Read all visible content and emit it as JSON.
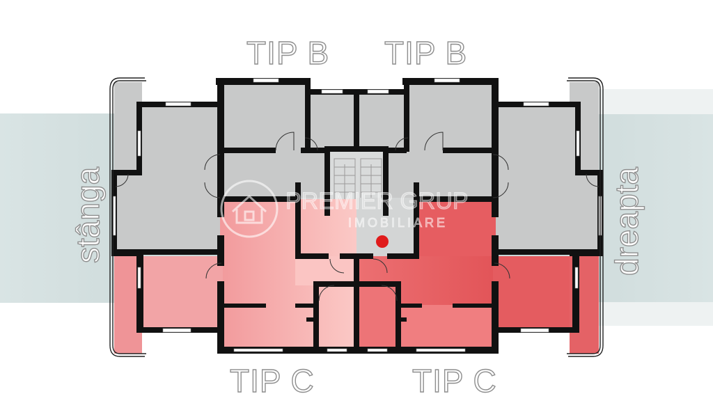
{
  "labels": {
    "top_left": "TIP B",
    "top_right": "TIP B",
    "bottom_left": "TIP C",
    "bottom_right": "TIP C",
    "left_side": "stânga",
    "right_side": "dreapta"
  },
  "watermark": {
    "name": "PREMIER GRUP",
    "tagline": "IMOBILIARE",
    "icon": "house-logo-icon"
  },
  "colors": {
    "wall": "#111111",
    "room_gray": "#c8c9c9",
    "stair_gray": "#d3d5d5",
    "band": "#b9cbcb",
    "unit_left_light": "#f4b2b2",
    "unit_right_red": "#e85e62",
    "marker": "#e01b1b",
    "window": "#ffffff"
  },
  "units": [
    {
      "type": "TIP B",
      "side": "left",
      "status": "gray"
    },
    {
      "type": "TIP B",
      "side": "right",
      "status": "gray"
    },
    {
      "type": "TIP C",
      "side": "left",
      "status": "light-red"
    },
    {
      "type": "TIP C",
      "side": "right",
      "status": "red"
    }
  ]
}
